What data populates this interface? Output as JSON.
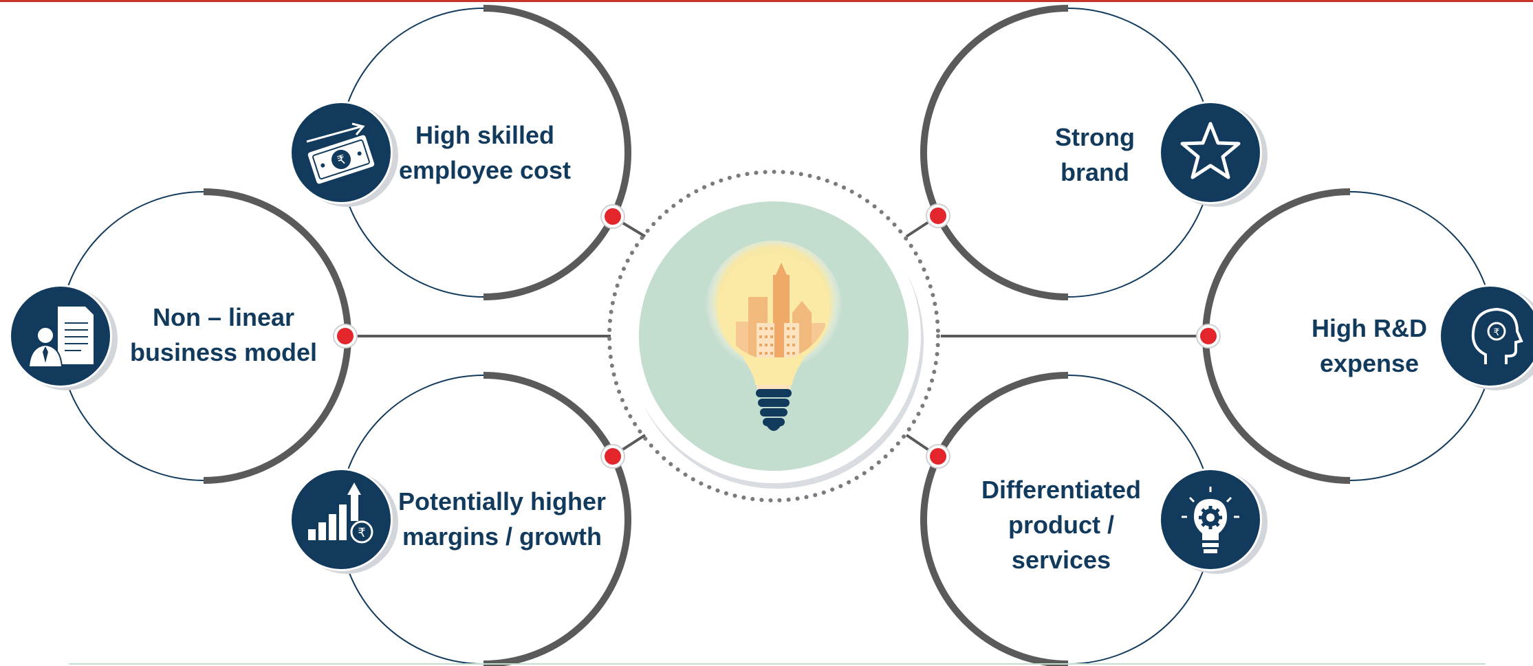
{
  "colors": {
    "navy": "#113a5c",
    "accent_red": "#e3262b",
    "top_bar": "#c8332c",
    "arc_gray": "#5a5a5a",
    "center_fill": "#c3ddcf"
  },
  "center": {
    "icon": "lightbulb-city-icon"
  },
  "nodes": [
    {
      "id": "high-skilled-employee-cost",
      "lines": [
        "High skilled",
        "employee cost"
      ],
      "icon": "rupee-banknote-icon"
    },
    {
      "id": "non-linear-business-model",
      "lines": [
        "Non – linear",
        "business model"
      ],
      "icon": "person-document-icon"
    },
    {
      "id": "potentially-higher-margins-growth",
      "lines": [
        "Potentially higher",
        "margins / growth"
      ],
      "icon": "bar-chart-rupee-icon"
    },
    {
      "id": "strong-brand",
      "lines": [
        "Strong",
        "brand"
      ],
      "icon": "star-icon"
    },
    {
      "id": "high-rd-expense",
      "lines": [
        "High R&D",
        "expense"
      ],
      "icon": "head-rupee-icon"
    },
    {
      "id": "differentiated-product-services",
      "lines": [
        "Differentiated",
        "product /",
        "services"
      ],
      "icon": "lightbulb-gear-icon"
    }
  ]
}
